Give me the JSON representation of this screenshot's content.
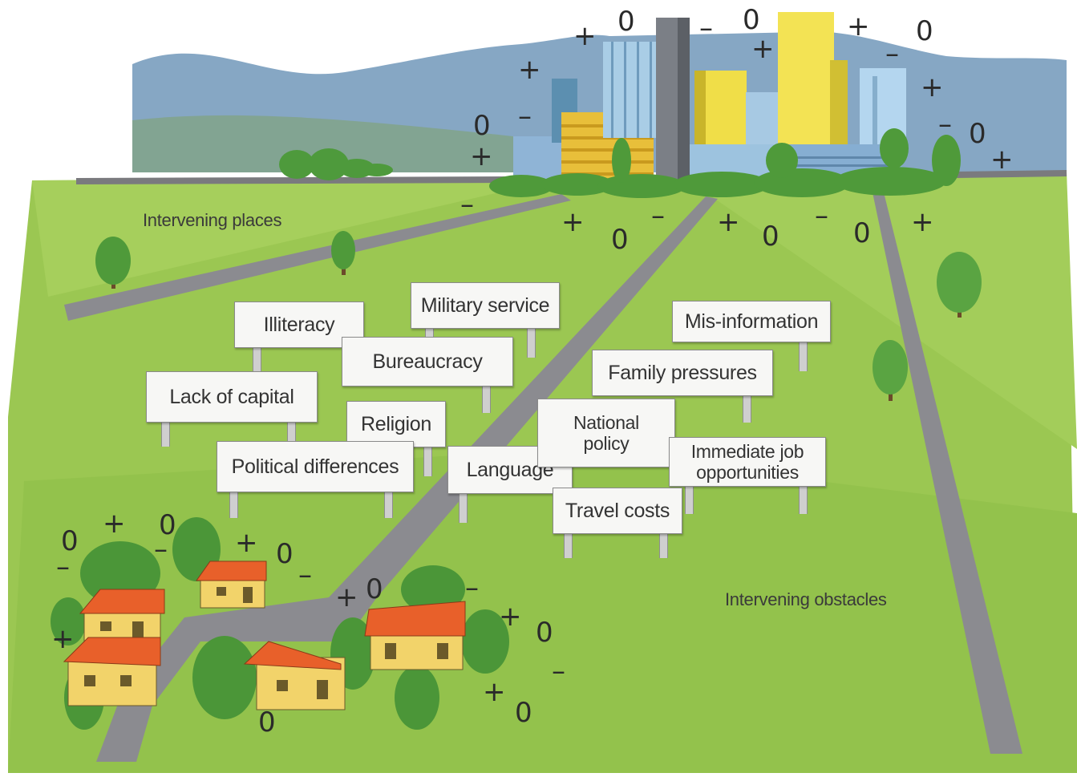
{
  "labels": {
    "intervening_places": "Intervening places",
    "intervening_obstacles": "Intervening obstacles"
  },
  "obstacles": [
    "Military service",
    "Illiteracy",
    "Bureaucracy",
    "Lack of capital",
    "Religion",
    "Political differences",
    "Language",
    "Mis-information",
    "Family pressures",
    "National policy",
    "Immediate job opportunities",
    "Travel costs"
  ],
  "symbols": {
    "plus": "+",
    "zero": "0",
    "minus": "–"
  },
  "colors": {
    "sky": "#ffffff",
    "mountains": "#7f9fc2",
    "grass": "#94c44a",
    "road": "#8a8a8e",
    "roof": "#e8602a",
    "house_wall": "#f2d36a",
    "tree": "#4f9a3a"
  }
}
